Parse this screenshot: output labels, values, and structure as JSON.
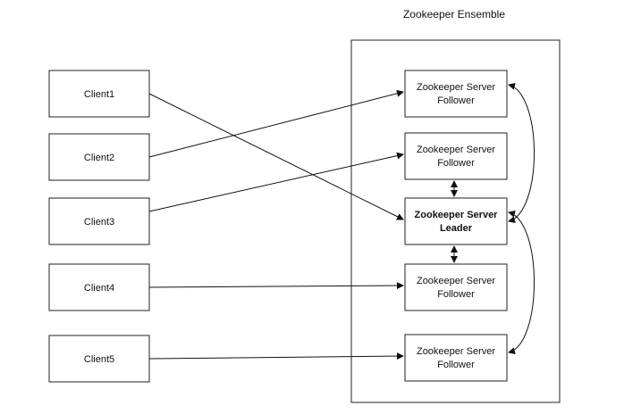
{
  "ensemble": {
    "title": "Zookeeper Ensemble"
  },
  "clients": [
    {
      "id": "client1",
      "label": "Client1"
    },
    {
      "id": "client2",
      "label": "Client2"
    },
    {
      "id": "client3",
      "label": "Client3"
    },
    {
      "id": "client4",
      "label": "Client4"
    },
    {
      "id": "client5",
      "label": "Client5"
    }
  ],
  "servers": [
    {
      "id": "server1",
      "line1": "Zookeeper Server",
      "line2": "Follower",
      "leader": false
    },
    {
      "id": "server2",
      "line1": "Zookeeper Server",
      "line2": "Follower",
      "leader": false
    },
    {
      "id": "server3",
      "line1": "Zookeeper Server",
      "line2": "Leader",
      "leader": true
    },
    {
      "id": "server4",
      "line1": "Zookeeper Server",
      "line2": "Follower",
      "leader": false
    },
    {
      "id": "server5",
      "line1": "Zookeeper Server",
      "line2": "Follower",
      "leader": false
    }
  ],
  "connections": [
    {
      "from": "client1",
      "to": "server3"
    },
    {
      "from": "client2",
      "to": "server1"
    },
    {
      "from": "client3",
      "to": "server2"
    },
    {
      "from": "client4",
      "to": "server4"
    },
    {
      "from": "client5",
      "to": "server5"
    }
  ],
  "sync_links": [
    {
      "a": "server2",
      "b": "server3",
      "style": "vertical"
    },
    {
      "a": "server3",
      "b": "server4",
      "style": "vertical"
    },
    {
      "a": "server1",
      "b": "server3",
      "style": "curve"
    },
    {
      "a": "server3",
      "b": "server5",
      "style": "curve"
    }
  ]
}
